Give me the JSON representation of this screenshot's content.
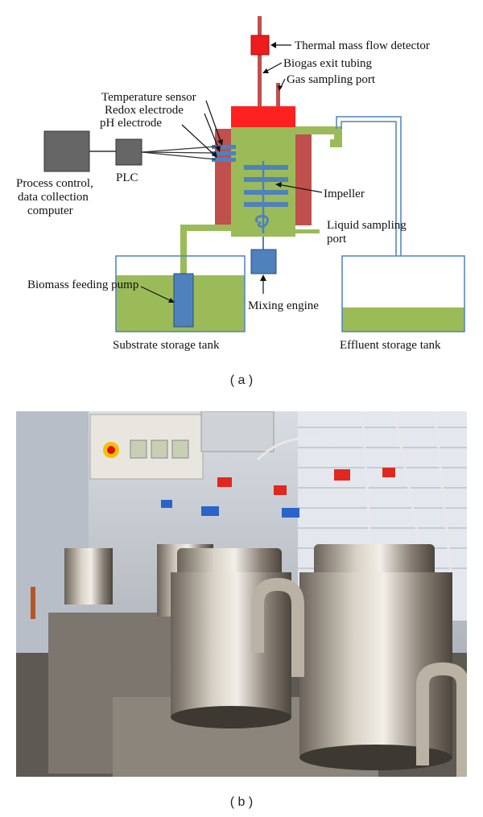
{
  "panel_a": {
    "caption": "( a )",
    "labels": {
      "thermal_mass_flow_detector": "Thermal mass flow detector",
      "biogas_exit_tubing": "Biogas exit tubing",
      "gas_sampling_port": "Gas sampling port",
      "temperature_sensor": "Temperature sensor",
      "redox_electrode": "Redox electrode",
      "ph_electrode": "pH electrode",
      "process_control_line1": "Process control,",
      "process_control_line2": "data collection",
      "process_control_line3": "computer",
      "plc": "PLC",
      "impeller": "Impeller",
      "liquid_sampling_line1": "Liquid sampling",
      "liquid_sampling_line2": "port",
      "biomass_feeding_pump": "Biomass feeding pump",
      "mixing_engine": "Mixing engine",
      "substrate_storage_tank": "Substrate storage tank",
      "effluent_storage_tank": "Effluent storage tank"
    },
    "colors": {
      "reactor_body": "#9bbb59",
      "heating_jacket": "#c0504d",
      "lid": "#ff2020",
      "component_blue": "#4f81bd",
      "tank_outline": "#4f81bd",
      "computer_gray": "#666666"
    }
  },
  "panel_b": {
    "caption": "( b )",
    "photo_alt": "Photograph of stainless steel anaerobic digester reactors with red and blue valves"
  }
}
